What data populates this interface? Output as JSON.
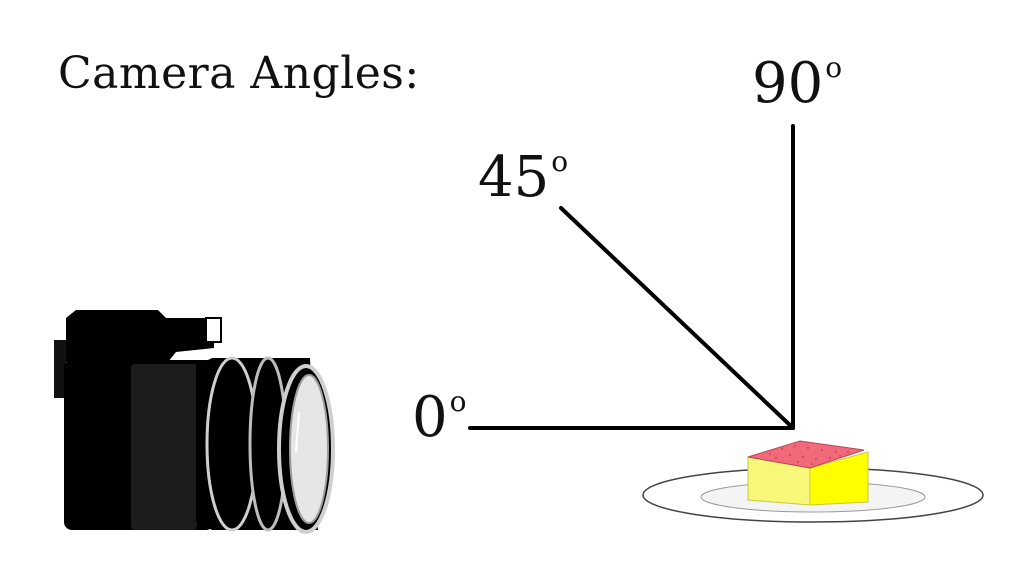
{
  "title": "Camera Angles:",
  "angles": [
    {
      "value": "90",
      "unit": "o",
      "degrees": 90
    },
    {
      "value": "45",
      "unit": "o",
      "degrees": 45
    },
    {
      "value": "0",
      "unit": "o",
      "degrees": 0
    }
  ],
  "colors": {
    "line": "#000000",
    "camera_body": "#000000",
    "camera_grip": "#1a1a1a",
    "lens_ring": "#bfbfbf",
    "lens_glass": "#e6e6e6",
    "cake_top": "#f06a7a",
    "cake_front": "#f5f575",
    "cake_side": "#ffff00",
    "plate": "#f2f2f2"
  },
  "icons": [
    "camera-icon",
    "cake-on-plate-icon"
  ]
}
